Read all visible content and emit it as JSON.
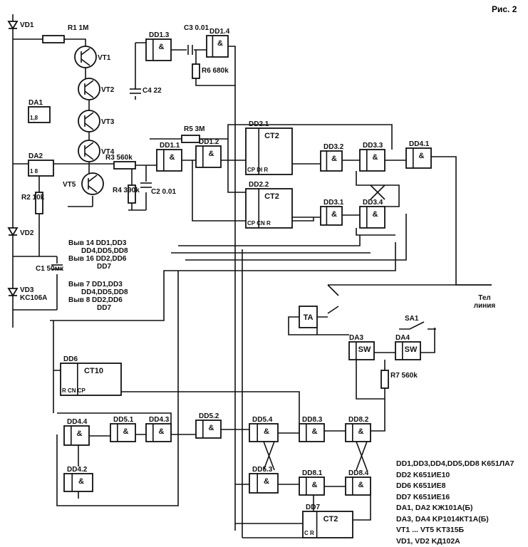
{
  "figure_title": "Рис. 2",
  "components": {
    "VD1": {
      "label": "VD1"
    },
    "R1": {
      "label": "R1 1M"
    },
    "VT1": {
      "label": "VT1"
    },
    "VT2": {
      "label": "VT2"
    },
    "VT3": {
      "label": "VT3"
    },
    "VT4": {
      "label": "VT4"
    },
    "VT5": {
      "label": "VT5"
    },
    "DA1": {
      "label": "DA1",
      "pins": "1,8"
    },
    "DA2": {
      "label": "DA2",
      "pins": "1 8"
    },
    "R2": {
      "label": "R2 10k"
    },
    "VD2": {
      "label": "VD2"
    },
    "C1": {
      "label": "C1 50мк"
    },
    "VD3": {
      "label": "VD3 KC106A"
    },
    "DD1_3": {
      "label": "DD1.3",
      "sym": "&"
    },
    "C3": {
      "label": "C3 0.01"
    },
    "DD1_4": {
      "label": "DD1.4",
      "sym": "&"
    },
    "R6": {
      "label": "R6 680k"
    },
    "C4": {
      "label": "C4 22"
    },
    "R5": {
      "label": "R5 3M"
    },
    "R3": {
      "label": "R3 560k"
    },
    "R4": {
      "label": "R4 390k"
    },
    "C2": {
      "label": "C2 0.01"
    },
    "DD1_1": {
      "label": "DD1.1",
      "sym": "&"
    },
    "DD1_2": {
      "label": "DD1.2",
      "sym": "&"
    },
    "DD2_1": {
      "label": "DD2.1",
      "sym": "CT2",
      "pins": "CP DI R"
    },
    "DD2_2": {
      "label": "DD2.2",
      "sym": "CT2",
      "pins": "CP CN R"
    },
    "DD3_1": {
      "label": "DD3.1",
      "sym": "&"
    },
    "DD3_2": {
      "label": "DD3.2",
      "sym": "&"
    },
    "DD3_3": {
      "label": "DD3.3",
      "sym": "&"
    },
    "DD3_4": {
      "label": "DD3.4",
      "sym": "&"
    },
    "DD4_1": {
      "label": "DD4.1",
      "sym": "&"
    },
    "TA": {
      "label": "TA"
    },
    "SA1": {
      "label": "SA1"
    },
    "DA3": {
      "label": "DA3",
      "sym": "SW"
    },
    "DA4": {
      "label": "DA4",
      "sym": "SW"
    },
    "R7": {
      "label": "R7 560k"
    },
    "DD6": {
      "label": "DD6",
      "sym": "CT10",
      "pins": "R CN CP"
    },
    "DD4_4": {
      "label": "DD4.4",
      "sym": "&"
    },
    "DD5_1": {
      "label": "DD5.1",
      "sym": "&"
    },
    "DD4_3": {
      "label": "DD4.3",
      "sym": "&"
    },
    "DD5_2": {
      "label": "DD5.2",
      "sym": "&"
    },
    "DD5_4": {
      "label": "DD5.4",
      "sym": "&"
    },
    "DD8_3": {
      "label": "DD8.3",
      "sym": "&"
    },
    "DD8_2": {
      "label": "DD8.2",
      "sym": "&"
    },
    "DD4_2": {
      "label": "DD4.2",
      "sym": "&"
    },
    "DD5_3": {
      "label": "DD5.3",
      "sym": "&"
    },
    "DD8_1": {
      "label": "DD8.1",
      "sym": "&"
    },
    "DD8_4": {
      "label": "DD8.4",
      "sym": "&"
    },
    "DD7": {
      "label": "DD7",
      "sym": "CT2",
      "pins": "C R"
    }
  },
  "line_label": "Тел линия",
  "supply_notes": [
    [
      "Выв 14 DD1,DD3",
      "DD4,DD5,DD8",
      "Выв 16 DD2,DD6",
      "DD7"
    ],
    [
      "Выв 7 DD1,DD3",
      "DD4,DD5,DD8",
      "Выв 8 DD2,DD6",
      "DD7"
    ]
  ],
  "parts_list": [
    "DD1,DD3,DD4,DD5,DD8 K651ЛА7",
    "DD2 K651ИЕ10",
    "DD6 K651ИЕ8",
    "DD7 K651ИЕ16",
    "DA1, DA2 KЖ101А(Б)",
    "DA3, DA4 KР1014КТ1А(Б)",
    "VT1 ... VT5 KT315Б",
    "VD1, VD2 KД102А"
  ]
}
